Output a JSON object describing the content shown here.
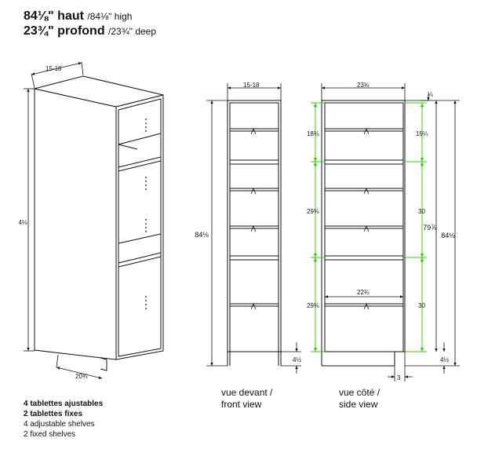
{
  "header": {
    "height_bold": "84⅛\" haut",
    "height_light": "/84⅛\" high",
    "depth_bold": "23¾\" profond",
    "depth_light": "/23¾\" deep"
  },
  "iso_view": {
    "top_width": "15-18",
    "height": "4⅛",
    "bottom_depth": "20¾"
  },
  "front_view": {
    "top_width": "15-18",
    "total_height": "84⅛",
    "toe_kick": "4½",
    "caption_fr": "vue devant /",
    "caption_en": "front view"
  },
  "side_view": {
    "top_depth": "23¾",
    "gap": "⅛",
    "spacing_1": "18⅛",
    "spacing_1_right": "19¼",
    "spacing_2": "29⅛",
    "spacing_3": "29⅛",
    "inner_depth": "22¾",
    "right_30_a": "30",
    "right_30_b": "30",
    "inner_height": "79⅞",
    "total_height": "84⅛",
    "toe_kick": "4½",
    "toe_recess": "3",
    "caption_fr": "vue côté /",
    "caption_en": "side view"
  },
  "notes": {
    "line1": "4 tablettes ajustables",
    "line2": "2 tablettes fixes",
    "line3": "4 adjustable shelves",
    "line4": "2 fixed shelves"
  },
  "colors": {
    "line": "#111111",
    "dimension_green": "#2bd400",
    "cabinet_fill": "#ffffff"
  }
}
